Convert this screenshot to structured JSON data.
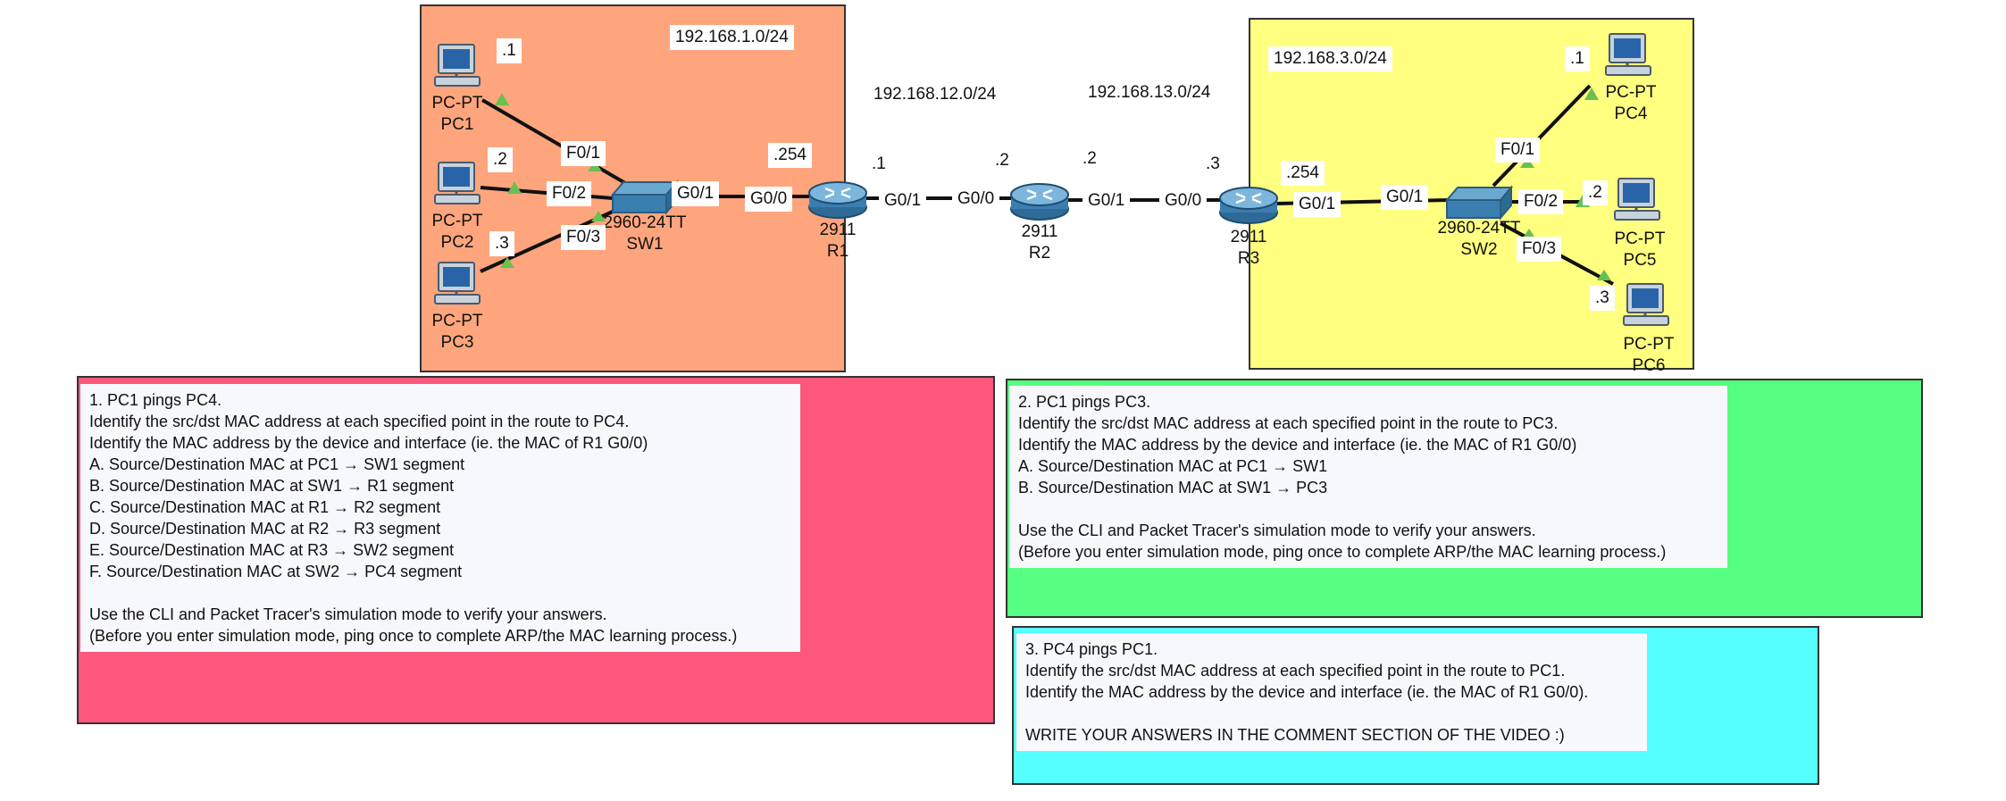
{
  "subnets": {
    "lan1": "192.168.1.0/24",
    "wan12": "192.168.12.0/24",
    "wan13": "192.168.13.0/24",
    "lan3": "192.168.3.0/24"
  },
  "colors": {
    "lan1_area": "#ffa57d",
    "lan3_area": "#ffff80",
    "task1_area": "#ff577d",
    "task2_area": "#55ff80",
    "task3_area": "#55ffff",
    "link_up": "#6bbf50"
  },
  "devices": {
    "pc1": {
      "model": "PC-PT",
      "name": "PC1",
      "ip": ".1",
      "icon": "pc-icon"
    },
    "pc2": {
      "model": "PC-PT",
      "name": "PC2",
      "ip": ".2",
      "icon": "pc-icon"
    },
    "pc3": {
      "model": "PC-PT",
      "name": "PC3",
      "ip": ".3",
      "icon": "pc-icon"
    },
    "pc4": {
      "model": "PC-PT",
      "name": "PC4",
      "ip": ".1",
      "icon": "pc-icon"
    },
    "pc5": {
      "model": "PC-PT",
      "name": "PC5",
      "ip": ".2",
      "icon": "pc-icon"
    },
    "pc6": {
      "model": "PC-PT",
      "name": "PC6",
      "ip": ".3",
      "icon": "pc-icon"
    },
    "sw1": {
      "model": "2960-24TT",
      "name": "SW1",
      "icon": "switch-icon"
    },
    "sw2": {
      "model": "2960-24TT",
      "name": "SW2",
      "icon": "switch-icon"
    },
    "r1": {
      "model": "2911",
      "name": "R1",
      "icon": "router-icon"
    },
    "r2": {
      "model": "2911",
      "name": "R2",
      "icon": "router-icon"
    },
    "r3": {
      "model": "2911",
      "name": "R3",
      "icon": "router-icon"
    }
  },
  "interfaces": {
    "sw1_f01": "F0/1",
    "sw1_f02": "F0/2",
    "sw1_f03": "F0/3",
    "sw1_g01": "G0/1",
    "r1_g00": "G0/0",
    "r1_g00_ip": ".254",
    "r1_g01": "G0/1",
    "r1_g01_ip": ".1",
    "r2_g00": "G0/0",
    "r2_g00_ip": ".2",
    "r2_g01": "G0/1",
    "r2_g01_ip": ".2",
    "r3_g00": "G0/0",
    "r3_g00_ip": ".3",
    "r3_g01": "G0/1",
    "r3_g01_ip": ".254",
    "sw2_g01": "G0/1",
    "sw2_f01": "F0/1",
    "sw2_f02": "F0/2",
    "sw2_f03": "F0/3"
  },
  "tasks": {
    "task1": [
      "1. PC1 pings PC4.",
      "Identify the src/dst MAC address at each specified point in the route to PC4.",
      "Identify the MAC address by the device and interface (ie. the MAC of R1 G0/0)",
      "A. Source/Destination MAC at PC1 → SW1 segment",
      "B. Source/Destination MAC at SW1 → R1 segment",
      "C. Source/Destination MAC at R1 → R2 segment",
      "D. Source/Destination MAC at R2 → R3 segment",
      "E. Source/Destination MAC at R3 → SW2 segment",
      "F. Source/Destination MAC at SW2 → PC4 segment",
      "",
      "Use the CLI and Packet Tracer's simulation mode to verify your answers.",
      "(Before you enter simulation mode, ping once to complete ARP/the MAC learning process.)"
    ],
    "task2": [
      "2. PC1 pings PC3.",
      "Identify the src/dst MAC address at each specified point in the route to PC3.",
      "Identify the MAC address by the device and interface (ie. the MAC of R1 G0/0)",
      "A. Source/Destination MAC at PC1 → SW1",
      "B. Source/Destination MAC at SW1 → PC3",
      "",
      "Use the CLI and Packet Tracer's simulation mode to verify your answers.",
      "(Before you enter simulation mode, ping once to complete ARP/the MAC learning process.)"
    ],
    "task3": [
      "3. PC4 pings PC1.",
      "Identify the src/dst MAC address at each specified point in the route to PC1.",
      "Identify the MAC address by the device and interface (ie. the MAC of R1 G0/0).",
      "",
      "WRITE YOUR ANSWERS IN THE COMMENT SECTION OF THE VIDEO :)"
    ]
  }
}
